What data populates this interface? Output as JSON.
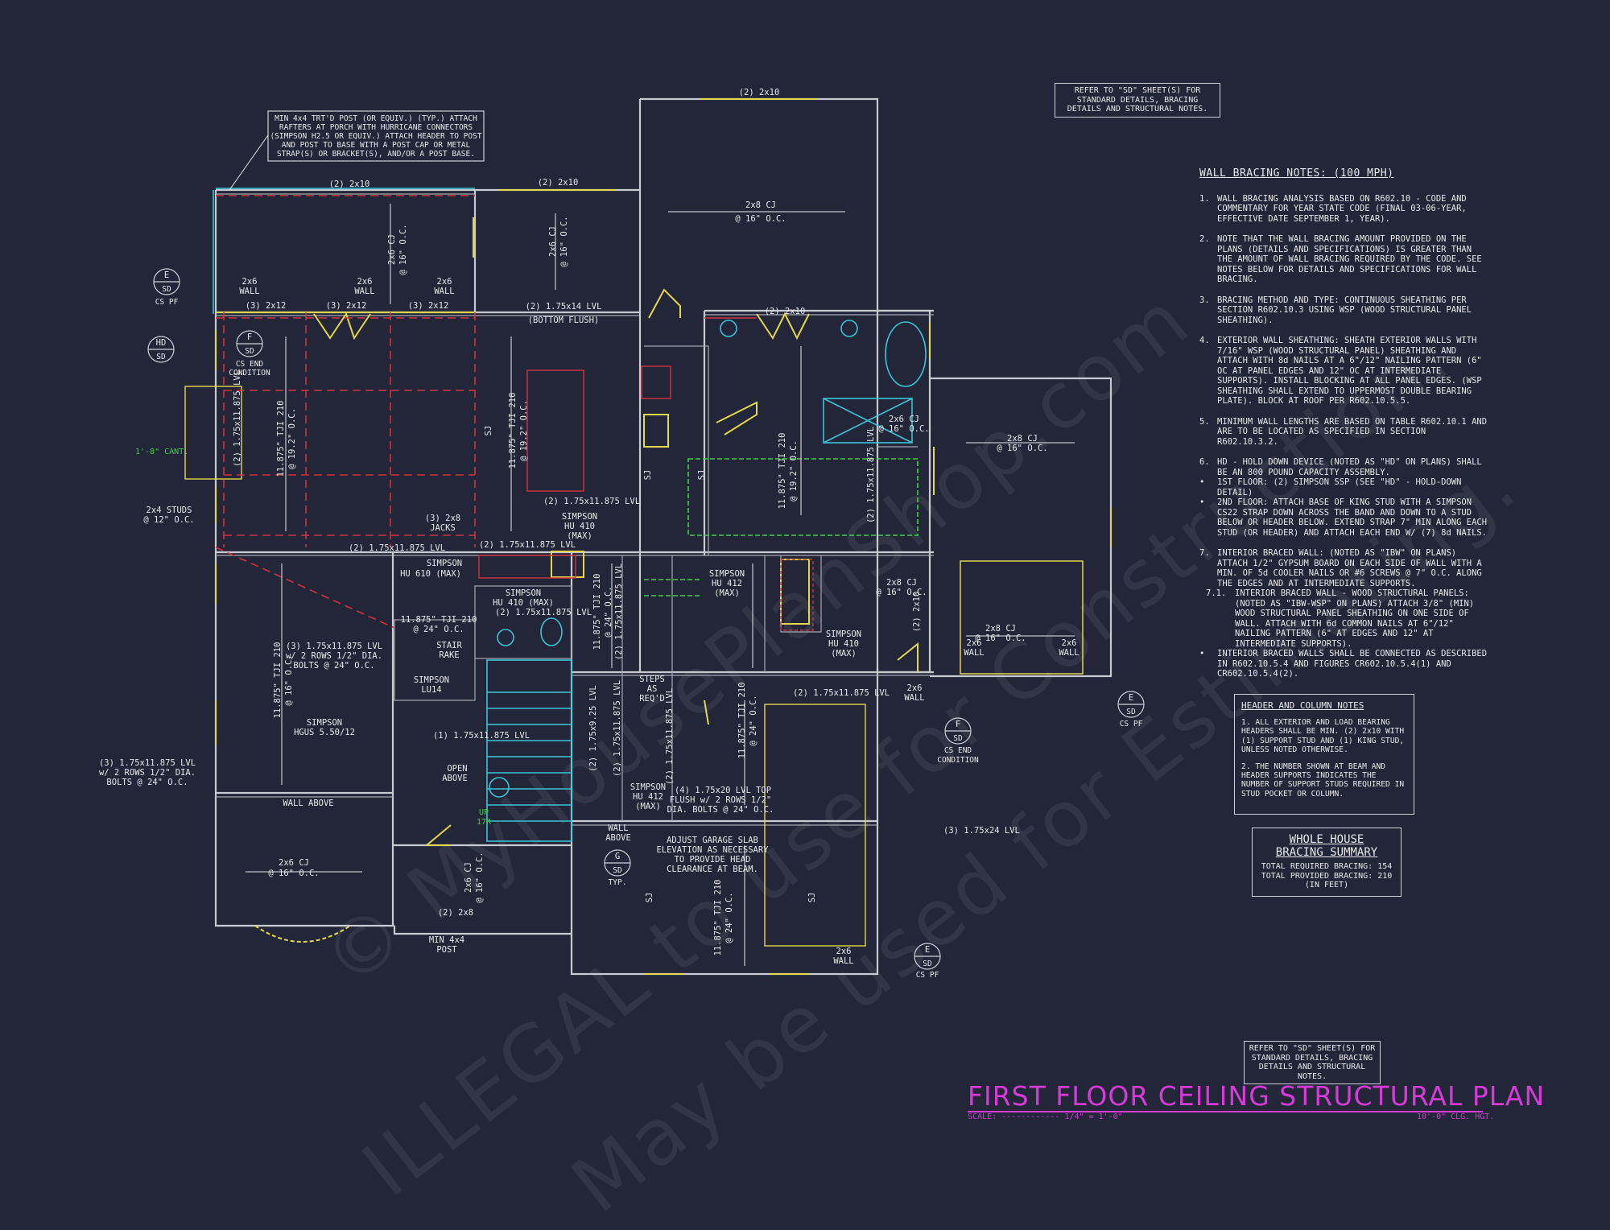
{
  "drawing": {
    "title": "FIRST FLOOR CEILING STRUCTURAL PLAN",
    "scale_label": "SCALE:",
    "scale_value": "1/4\" = 1'-0\"",
    "ceiling_height": "10'-0\" CLG. HGT.",
    "watermark_lines": [
      "© MyHousePlanShop.com",
      "ILLEGAL to use for Construction.",
      "May be used for Estimating."
    ]
  },
  "refer_note_top": [
    "REFER TO \"SD\" SHEET(S) FOR",
    "STANDARD DETAILS, BRACING",
    "DETAILS AND STRUCTURAL NOTES."
  ],
  "refer_note_bottom": [
    "REFER TO \"SD\" SHEET(S) FOR",
    "STANDARD DETAILS, BRACING",
    "DETAILS AND STRUCTURAL NOTES."
  ],
  "porch_note": [
    "MIN 4x4 TRT'D POST (OR EQUIV.) (TYP.) ATTACH",
    "RAFTERS AT PORCH WITH HURRICANE CONNECTORS",
    "(SIMPSON H2.5 OR EQUIV.) ATTACH HEADER TO POST",
    "AND POST TO BASE WITH A POST CAP OR METAL",
    "STRAP(S) OR BRACKET(S), AND/OR A POST BASE."
  ],
  "wall_bracing": {
    "heading": "WALL BRACING NOTES: (100 MPH)",
    "items": [
      {
        "n": "1.",
        "text": "WALL BRACING ANALYSIS BASED ON R602.10 - CODE AND COMMENTARY FOR YEAR STATE CODE (FINAL 03-06-YEAR, EFFECTIVE DATE SEPTEMBER 1, YEAR)."
      },
      {
        "n": "2.",
        "text": "NOTE THAT THE WALL BRACING AMOUNT PROVIDED ON THE PLANS (DETAILS AND SPECIFICATIONS) IS GREATER THAN THE AMOUNT OF WALL BRACING REQUIRED BY THE CODE. SEE NOTES BELOW FOR DETAILS AND SPECIFICATIONS FOR WALL BRACING."
      },
      {
        "n": "3.",
        "text": "BRACING METHOD AND TYPE: CONTINUOUS SHEATHING PER SECTION R602.10.3 USING WSP (WOOD STRUCTURAL PANEL SHEATHING)."
      },
      {
        "n": "4.",
        "text": "EXTERIOR WALL SHEATHING: SHEATH EXTERIOR WALLS WITH 7/16\" WSP (WOOD STRUCTURAL PANEL) SHEATHING AND ATTACH WITH 8d NAILS AT A 6\"/12\" NAILING PATTERN (6\" OC AT PANEL EDGES AND 12\" OC AT INTERMEDIATE SUPPORTS). INSTALL BLOCKING AT ALL PANEL EDGES. (WSP SHEATHING SHALL EXTEND TO UPPERMOST DOUBLE BEARING PLATE). BLOCK AT ROOF PER R602.10.5.5."
      },
      {
        "n": "5.",
        "text": "MINIMUM WALL LENGTHS ARE BASED ON TABLE R602.10.1 AND ARE TO BE LOCATED AS SPECIFIED IN SECTION R602.10.3.2."
      },
      {
        "n": "6.",
        "text": "HD - HOLD DOWN DEVICE (NOTED AS \"HD\" ON PLANS) SHALL BE AN 800 POUND CAPACITY ASSEMBLY."
      }
    ],
    "bullets_6": [
      "1ST FLOOR: (2) SIMPSON SSP (SEE \"HD\" - HOLD-DOWN DETAIL)",
      "2ND FLOOR: ATTACH BASE OF KING STUD WITH A SIMPSON CS22 STRAP DOWN ACROSS THE BAND AND DOWN TO A STUD BELOW OR HEADER BELOW. EXTEND STRAP 7\" MIN ALONG EACH STUD (OR HEADER) AND ATTACH EACH END W/ (7) 8d NAILS."
    ],
    "item7": {
      "n": "7.",
      "text": "INTERIOR BRACED WALL: (NOTED AS \"IBW\" ON PLANS) ATTACH 1/2\" GYPSUM BOARD ON EACH SIDE OF WALL WITH A MIN. OF 5d COOLER NAILS OR #6 SCREWS @ 7\" O.C. ALONG THE EDGES AND AT INTERMEDIATE SUPPORTS."
    },
    "item71": {
      "n": "7.1.",
      "text": "INTERIOR BRACED WALL - WOOD STRUCTURAL PANELS: (NOTED AS \"IBW-WSP\" ON PLANS) ATTACH 3/8\" (MIN) WOOD STRUCTURAL PANEL SHEATHING ON ONE SIDE OF WALL. ATTACH WITH 6d COMMON NAILS AT 6\"/12\" NAILING PATTERN (6\" AT EDGES AND 12\" AT INTERMEDIATE SUPPORTS)."
    },
    "last_bullet": "INTERIOR BRACED WALLS SHALL BE CONNECTED AS DESCRIBED IN R602.10.5.4 AND FIGURES CR602.10.5.4(1) AND CR602.10.5.4(2)."
  },
  "header_notes": {
    "heading": "HEADER AND COLUMN NOTES",
    "p1": "1. ALL EXTERIOR AND LOAD BEARING HEADERS SHALL BE MIN. (2) 2x10 WITH (1) SUPPORT STUD AND (1) KING STUD, UNLESS NOTED OTHERWISE.",
    "p2": "2. THE NUMBER SHOWN AT BEAM AND HEADER SUPPORTS INDICATES THE NUMBER OF SUPPORT STUDS REQUIRED IN STUD POCKET OR COLUMN."
  },
  "bracing_summary": {
    "heading_1": "WHOLE HOUSE",
    "heading_2": "BRACING SUMMARY",
    "required": "TOTAL REQUIRED BRACING: 154",
    "provided": "TOTAL PROVIDED BRACING: 210",
    "unit": "(IN FEET)"
  },
  "labels": {
    "l_2x10_top": "(2) 2x10",
    "l_2x10_porch": "(2) 2x10",
    "l_2x10_mid": "(2) 2x10",
    "l_2x10_bath": "(2) 2x10",
    "l_2x8cj_top": "2x8 CJ",
    "l_16oc": "@ 16\" O.C.",
    "l_2x6cj": "2x6 CJ",
    "l_2x6wall": "2x6",
    "l_wall": "WALL",
    "l_2x12": "(3) 2x12",
    "l_175x14": "(2) 1.75x14 LVL",
    "l_bottomflush": "(BOTTOM FLUSH)",
    "l_cs_pf": "CS PF",
    "l_cs_end": "CS END",
    "l_condition": "CONDITION",
    "l_cant": "1'-8\" CANT.",
    "l_2x4studs": "2x4 STUDS",
    "l_12oc": "@ 12\" O.C.",
    "l_3_2x8": "(3) 2x8",
    "l_jacks": "JACKS",
    "l_tji_1": "11.875\" TJI 210",
    "l_192oc": "@ 19.2\" O.C.",
    "l_24oc": "@ 24\" O.C.",
    "l_2_1175": "(2) 1.75x11.875 LVL",
    "l_1_1175": "(1) 1.75x11.875 LVL",
    "l_3_1175": "(3) 1.75x11.875 LVL",
    "l_2rows": "w/ 2 ROWS 1/2\" DIA.",
    "l_bolts24": "BOLTS @ 24\" O.C.",
    "l_simpson": "SIMPSON",
    "l_hu610": "HU 610 (MAX)",
    "l_hu410": "HU 410 (MAX)",
    "l_hu410b": "HU 410",
    "l_max": "(MAX)",
    "l_hu412": "HU 412",
    "l_lu14": "LU14",
    "l_hgus": "HGUS 5.50/12",
    "l_stair": "STAIR",
    "l_rake": "RAKE",
    "l_open": "OPEN",
    "l_above": "ABOVE",
    "l_wallabove": "WALL ABOVE",
    "l_up": "UP",
    "l_17r": "17R",
    "l_steps": "STEPS",
    "l_as": "AS",
    "l_reqd": "REQ'D",
    "l_175x925": "(2) 1.75x9.25 LVL",
    "l_4_175x20": "(4) 1.75x20 LVL TOP",
    "l_flush2rows": "FLUSH w/ 2 ROWS 1/2\"",
    "l_diabolts": "DIA. BOLTS @ 24\" O.C.",
    "l_adjust1": "ADJUST GARAGE SLAB",
    "l_adjust2": "ELEVATION AS NECESSARY",
    "l_adjust3": "TO PROVIDE HEAD",
    "l_adjust4": "CLEARANCE AT BEAM.",
    "l_typ": "TYP.",
    "l_3_175x24": "(3) 1.75x24 LVL",
    "l_2x8": "(2) 2x8",
    "l_min4x4": "MIN 4x4",
    "l_post": "POST",
    "l_sj": "SJ"
  },
  "tags": [
    {
      "top": "E",
      "bot": "SD"
    },
    {
      "top": "HD",
      "bot": "SD"
    },
    {
      "top": "F",
      "bot": "SD"
    },
    {
      "top": "E",
      "bot": "SD"
    },
    {
      "top": "F",
      "bot": "SD"
    },
    {
      "top": "G",
      "bot": "SD"
    },
    {
      "top": "E",
      "bot": "SD"
    }
  ],
  "colors": {
    "background": "#222638",
    "linework": "#e8e8ec",
    "title": "#d83ad8",
    "beam_dash": "#d2323f",
    "header": "#e3d84a",
    "plumbing": "#39c5d6",
    "note_green": "#3fd14a"
  }
}
